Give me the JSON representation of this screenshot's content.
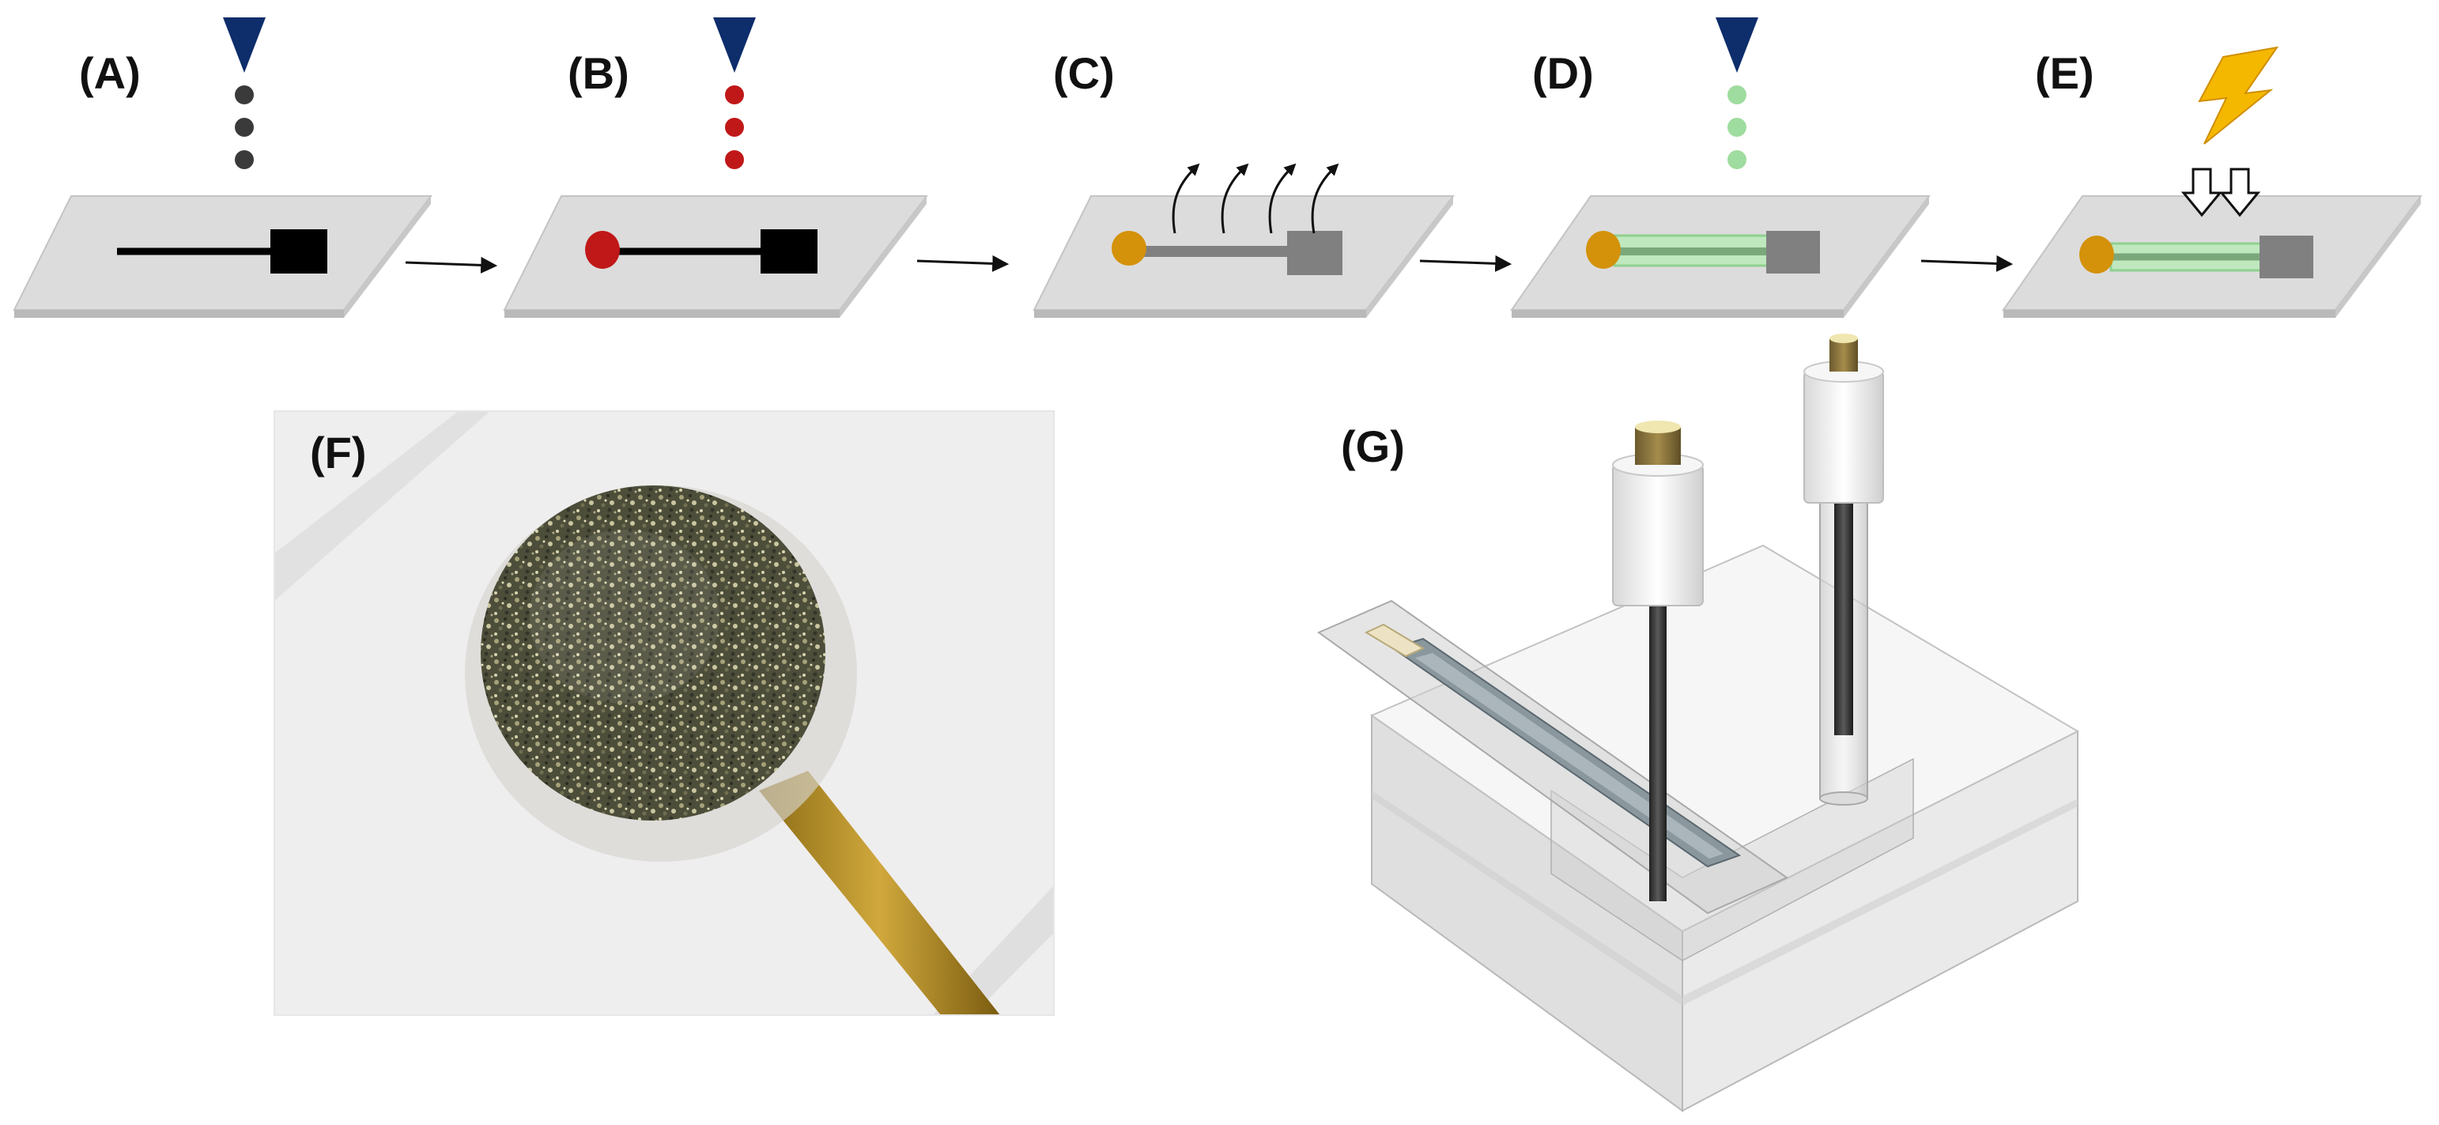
{
  "panels": {
    "a": {
      "label": "(A)"
    },
    "b": {
      "label": "(B)"
    },
    "c": {
      "label": "(C)"
    },
    "d": {
      "label": "(D)"
    },
    "e": {
      "label": "(E)"
    },
    "f": {
      "label": "(F)"
    },
    "g": {
      "label": "(G)"
    }
  },
  "colors": {
    "background": "#ffffff",
    "slide": "#dcdcdc",
    "dispenser": "#0d2d6b",
    "ink_black": "#3a3a3a",
    "ink_red": "#c01818",
    "ink_green": "#9fdc9f",
    "pad_orange": "#d4910a",
    "electrode_gray": "#808080",
    "lightning": "#f5b800"
  },
  "icons": [
    "dispenser-nozzle-icon",
    "droplet-icon",
    "vapor-arrow-icon",
    "lightning-bolt-icon",
    "down-arrow-icon",
    "process-arrow-icon"
  ]
}
